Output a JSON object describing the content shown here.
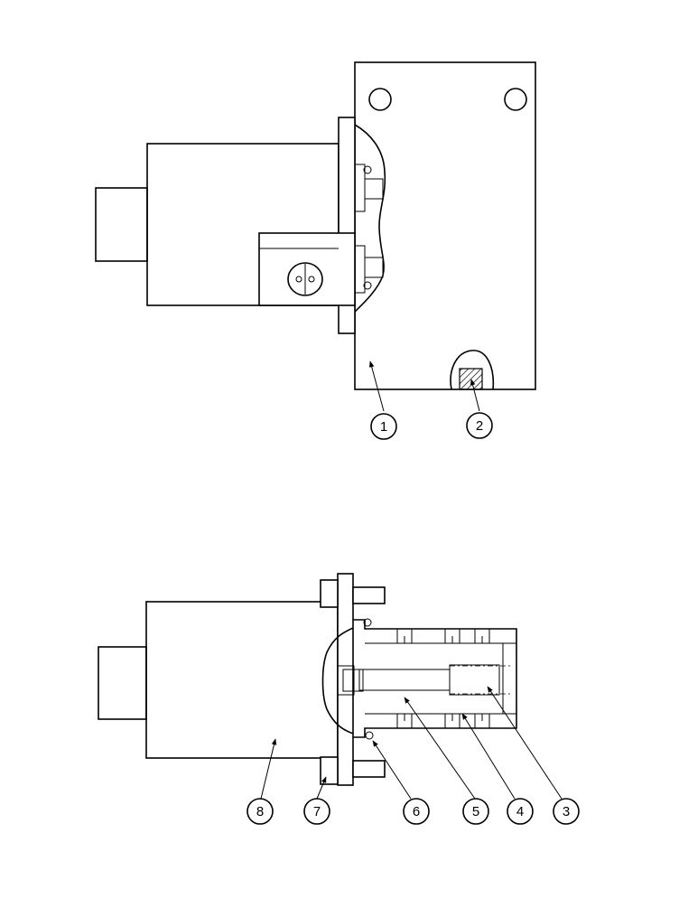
{
  "figure": {
    "top_view": {
      "callouts": [
        "1",
        "2"
      ]
    },
    "bottom_view": {
      "callouts": [
        "8",
        "7",
        "6",
        "5",
        "4",
        "3"
      ]
    }
  }
}
